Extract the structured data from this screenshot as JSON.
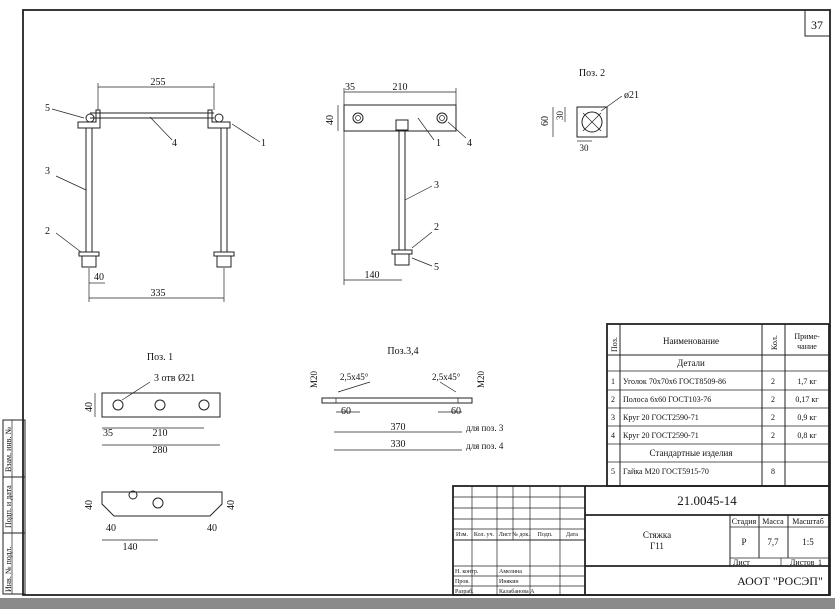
{
  "sheet_number": "37",
  "views": {
    "main": {
      "dim_top": "255",
      "dim_bottom": "335",
      "dim_40": "40",
      "callouts": [
        "5",
        "1",
        "4",
        "3",
        "2"
      ]
    },
    "side": {
      "dim_35": "35",
      "dim_210": "210",
      "dim_40": "40",
      "dim_140": "140",
      "callouts": [
        "1",
        "4",
        "3",
        "2",
        "5"
      ]
    },
    "pos2": {
      "title": "Поз. 2",
      "dia": "ø21",
      "dim_60": "60",
      "dim_30a": "30",
      "dim_30b": "30"
    },
    "pos1": {
      "title": "Поз. 1",
      "holes": "3 отв Ø21",
      "dim_40": "40",
      "dim_35": "35",
      "dim_210": "210",
      "dim_280": "280"
    },
    "pos34": {
      "title": "Поз.3,4",
      "m20a": "M20",
      "m20b": "M20",
      "chamfer_a": "2,5x45°",
      "chamfer_b": "2,5x45°",
      "dim_60a": "60",
      "dim_60b": "60",
      "dim_370": "370",
      "dim_330": "330",
      "for3": "для поз. 3",
      "for4": "для поз. 4"
    },
    "lower": {
      "dim_40a": "40",
      "dim_40b": "40",
      "dim_40c": "40",
      "dim_40d": "40",
      "dim_140": "140"
    }
  },
  "spec": {
    "headers": {
      "pos": "Поз.",
      "name": "Наименование",
      "qty": "Кол.",
      "note": "Приме-\nчание"
    },
    "group1": "Детали",
    "rows1": [
      {
        "pos": "1",
        "name": "Уголок 70х70х6 ГОСТ8509-86",
        "qty": "2",
        "note": "1,7 кг"
      },
      {
        "pos": "2",
        "name": "Полоса 6х60 ГОСТ103-76",
        "qty": "2",
        "note": "0,17 кг"
      },
      {
        "pos": "3",
        "name": "Круг 20 ГОСТ2590-71",
        "qty": "2",
        "note": "0,9 кг"
      },
      {
        "pos": "4",
        "name": "Круг 20 ГОСТ2590-71",
        "qty": "2",
        "note": "0,8 кг"
      }
    ],
    "group2": "Стандартные изделия",
    "rows2": [
      {
        "pos": "5",
        "name": "Гайка М20 ГОСТ5915-70",
        "qty": "8",
        "note": ""
      }
    ]
  },
  "title_block": {
    "code": "21.0045-14",
    "cols": {
      "izm": "Изм.",
      "kol": "Кол. уч.",
      "list": "Лист",
      "ndok": "№ док.",
      "podp": "Подп.",
      "data": "Дата"
    },
    "roles": [
      {
        "role": "Н. контр.",
        "name": "Амелина"
      },
      {
        "role": "Пров.",
        "name": "Инякин"
      },
      {
        "role": "Разраб.",
        "name": "Калабанова А"
      }
    ],
    "name_line1": "Стяжка",
    "name_line2": "Г11",
    "stadia_h": "Стадия",
    "massa_h": "Масса",
    "masshtab_h": "Масштаб",
    "stadia": "Р",
    "massa": "7,7",
    "masshtab": "1:5",
    "list_h": "Лист",
    "listov_h": "Листов",
    "listov": "1",
    "org": "АООТ \"РОСЭП\""
  },
  "side_stamps": {
    "a": "Взам. инв. №",
    "b": "Подп. и дата",
    "c": "Инв. № подл."
  }
}
